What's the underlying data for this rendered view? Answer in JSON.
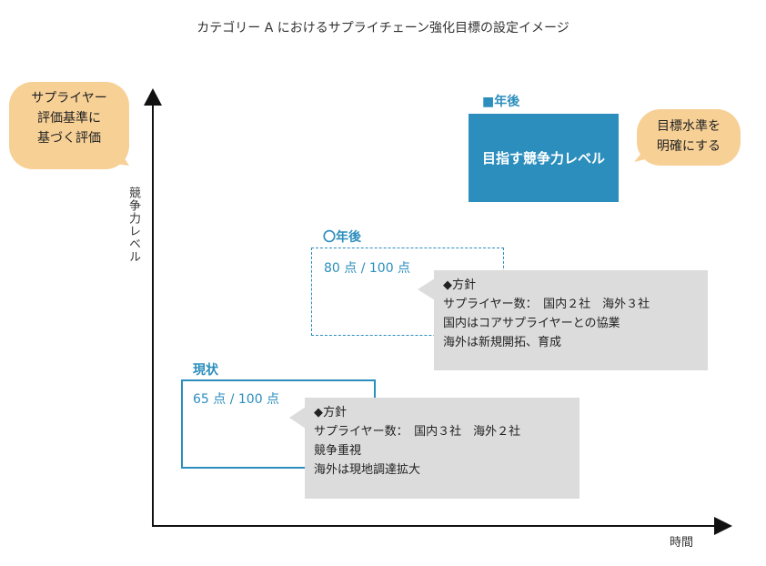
{
  "title": "カテゴリー A におけるサプライチェーン強化目標の設定イメージ",
  "axes": {
    "y_label": "競争力レベル",
    "x_label": "時間"
  },
  "callouts": {
    "supplier_eval": "サプライヤー評価基準に基づく評価",
    "supplier_eval_lines": [
      "サプライヤー",
      "評価基準に",
      "基づく評価"
    ],
    "goal_clarify_lines": [
      "目標水準を",
      "明確にする"
    ]
  },
  "stages": {
    "goal": {
      "label": "■年後",
      "box_text": "目指す競争力レベル"
    },
    "mid": {
      "label": "〇年後",
      "score": "80 点 / 100 点"
    },
    "current": {
      "label": "現状",
      "score": "65 点 / 100 点"
    }
  },
  "policies": {
    "mid": {
      "heading": "◆方針",
      "lines": [
        "サプライヤー数：　国内２社　海外３社",
        "国内はコアサプライヤーとの協業",
        "海外は新規開拓、育成"
      ]
    },
    "current": {
      "heading": "◆方針",
      "lines": [
        "サプライヤー数：　国内３社　海外２社",
        "競争重視",
        "海外は現地調達拡大"
      ]
    }
  },
  "colors": {
    "accent": "#2b8ebd",
    "bubble": "#f7d096",
    "policy_bg": "#dcdcdc",
    "axis": "#111111"
  }
}
